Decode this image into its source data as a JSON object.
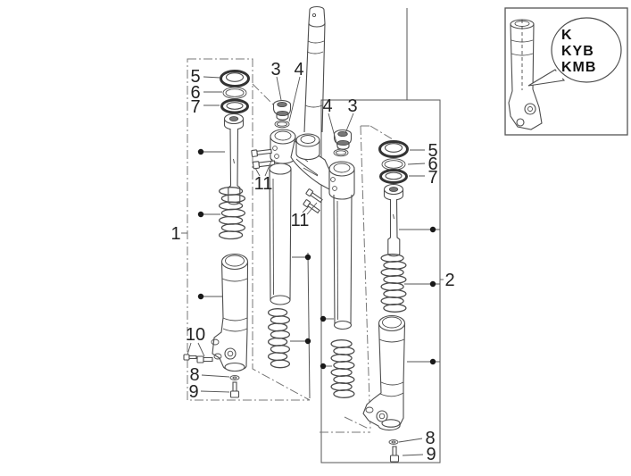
{
  "callouts": {
    "n1": "1",
    "n2": "2",
    "n3": "3",
    "n4": "4",
    "n5": "5",
    "n6": "6",
    "n7": "7",
    "n8": "8",
    "n9": "9",
    "n10": "10",
    "n11": "11"
  },
  "legend": {
    "line1": "K",
    "line2": "KYB",
    "line3": "KMB"
  }
}
